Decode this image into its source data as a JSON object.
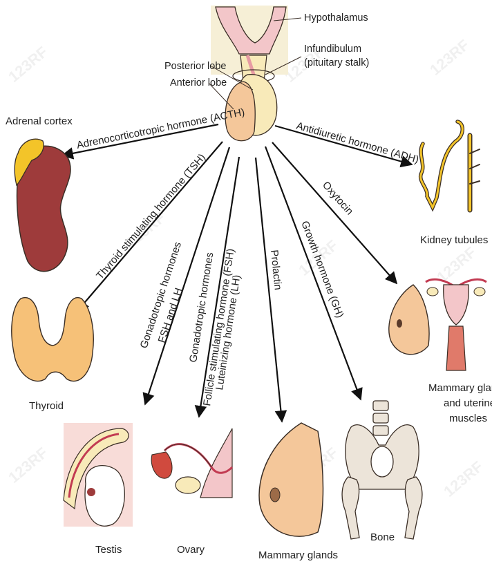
{
  "watermark": "123RF",
  "colors": {
    "arrow": "#111111",
    "outline": "#3a2e26",
    "pink": "#f3c6c9",
    "flesh": "#f4c79a",
    "bone": "#ece4d9",
    "kidney": "#9e3b3b",
    "adrenal": "#f3c429",
    "thyroid": "#f6c178",
    "pale_yellow": "#f8eab9"
  },
  "pituitary": {
    "hypothalamus": "Hypothalamus",
    "infundibulum_1": "Infundibulum",
    "infundibulum_2": "(pituitary stalk)",
    "posterior": "Posterior lobe",
    "anterior": "Anterior lobe"
  },
  "organs": {
    "adrenal": "Adrenal cortex",
    "thyroid": "Thyroid",
    "testis": "Testis",
    "ovary": "Ovary",
    "mammary": "Mammary glands",
    "bone": "Bone",
    "mammary_uterine_1": "Mammary glands",
    "mammary_uterine_2": "and uterine",
    "mammary_uterine_3": "muscles",
    "kidney": "Kidney tubules"
  },
  "hormones": {
    "acth": "Adrenocorticotropic hormone (ACTH)",
    "tsh": "Thyroid stimulating hormone (TSH)",
    "gonado_1": "Gonadotropic hormones",
    "gonado_1b": "FSH and LH",
    "gonado_2": "Gonadotropic hormones",
    "gonado_2b": "Follicle stimulating hormone (FSH)",
    "gonado_2c": "Luteinizing hormone (LH)",
    "prolactin": "Prolactin",
    "gh": "Growth hormone (GH)",
    "oxytocin": "Oxytocin",
    "adh": "Antidiuretic hormone (ADH)"
  }
}
